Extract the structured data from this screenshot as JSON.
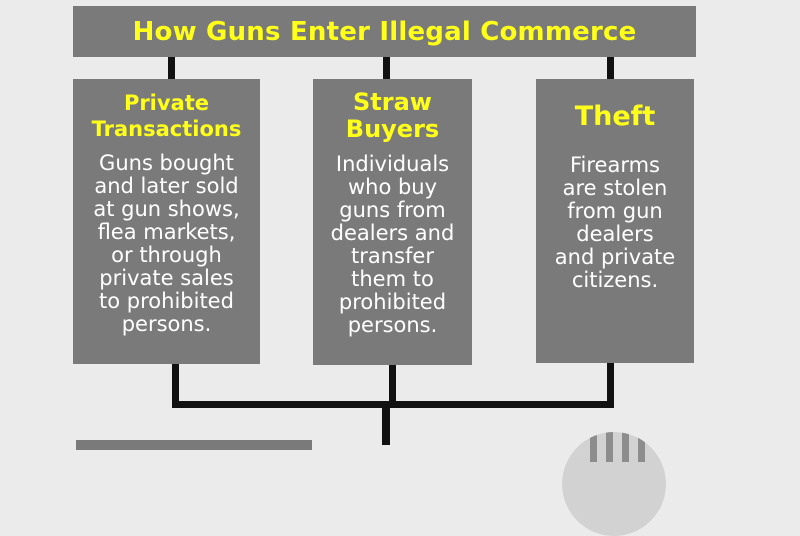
{
  "header": {
    "title": "How Guns Enter Illegal Commerce"
  },
  "boxes": [
    {
      "title": "Private\nTransactions",
      "body": "Guns bought\nand later sold\nat gun shows,\nflea markets,\nor through\nprivate sales\nto prohibited\npersons."
    },
    {
      "title": "Straw\nBuyers",
      "body": "Individuals\nwho buy\nguns from\ndealers and\ntransfer\nthem to\nprohibited\npersons."
    },
    {
      "title": "Theft",
      "body": "Firearms\nare stolen\nfrom gun\ndealers\nand private\ncitizens."
    }
  ],
  "colors": {
    "background": "#ebebeb",
    "box_fill": "#7a7a7a",
    "title_text": "#ffff1a",
    "body_text": "#ffffff",
    "connector": "#111111"
  }
}
